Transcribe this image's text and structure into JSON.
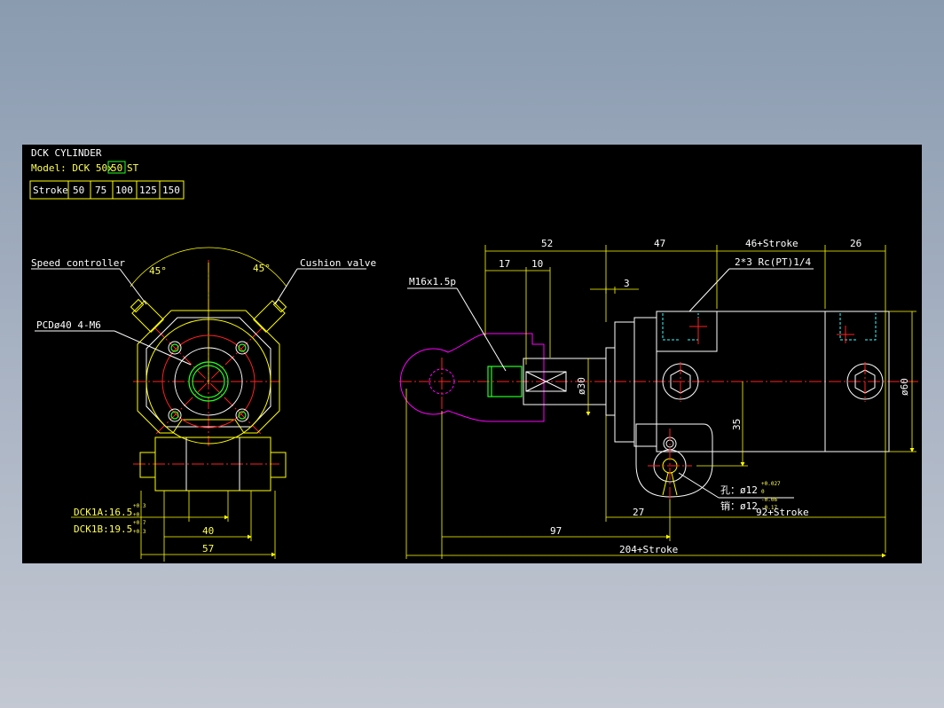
{
  "title_block": {
    "title": "DCK CYLINDER",
    "model_prefix": "Model: DCK  50x",
    "model_stroke": "50",
    "model_suffix": "ST",
    "stroke_header": "Stroke",
    "stroke_options": [
      "50",
      "75",
      "100",
      "125",
      "150"
    ]
  },
  "side_view": {
    "speed_controller": "Speed controller",
    "cushion_valve": "Cushion valve",
    "angle_left": "45°",
    "angle_right": "45°",
    "pcd": "PCDø40  4-M6",
    "dck1a": "DCK1A:16.5",
    "dck1a_tol_upper": "+0.3",
    "dck1a_tol_lower": "+0",
    "dck1b": "DCK1B:19.5",
    "dck1b_tol_upper": "+0.7",
    "dck1b_tol_lower": "+0.3",
    "dim_40": "40",
    "dim_57": "57"
  },
  "front_view": {
    "thread": "M16x1.5p",
    "dim_52": "52",
    "dim_17": "17",
    "dim_10": "10",
    "dim_47": "47",
    "dim_3": "3",
    "dim_46_stroke": "46+Stroke",
    "dim_26": "26",
    "port": "2*3 Rc(PT)1/4",
    "dia_30": "ø30",
    "dia_60": "ø60",
    "dim_35": "35",
    "hole_label": "孔：ø12",
    "hole_tol_upper": "+0.027",
    "hole_tol_lower": "0",
    "pin_label": "销：ø12",
    "pin_tol_upper": "-0.06",
    "pin_tol_lower": "-0.17",
    "dim_27": "27",
    "dim_92_stroke": "92+Stroke",
    "dim_97": "97",
    "dim_204_stroke": "204+Stroke"
  },
  "colors": {
    "background": "#000000",
    "outline": "#ffff00",
    "centerline": "#ff2020",
    "rod_end": "#ff00ff",
    "thread": "#22ff22",
    "port": "#33ffff",
    "text": "#ffffff"
  }
}
